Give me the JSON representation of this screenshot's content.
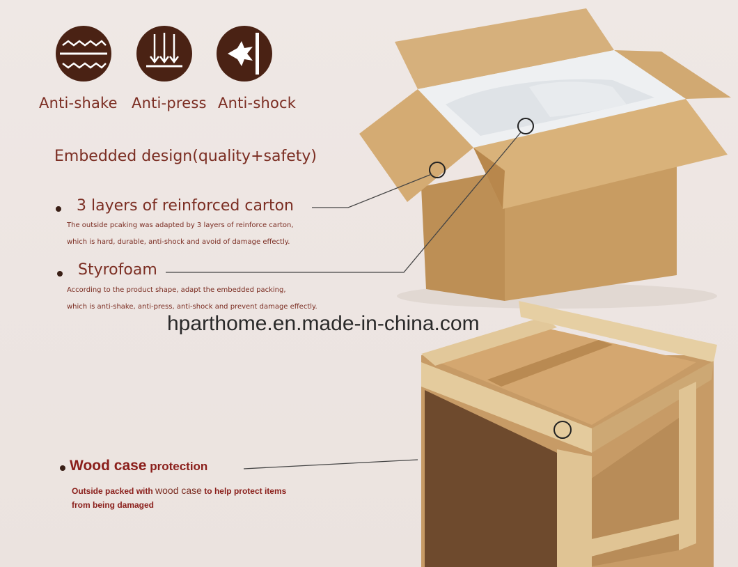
{
  "features": [
    {
      "label": "Anti-shake",
      "icon": "anti-shake-icon"
    },
    {
      "label": "Anti-press",
      "icon": "anti-press-icon"
    },
    {
      "label": "Anti-shock",
      "icon": "anti-shock-icon"
    }
  ],
  "heading": "Embedded design(quality+safety)",
  "carton": {
    "title": "3 layers of  reinforced carton",
    "desc_line1": "The outside pcaking was adapted by 3 layers of reinforce carton,",
    "desc_line2": "which is hard, durable, anti-shock and avoid of damage effectly."
  },
  "styrofoam": {
    "title": "Styrofoam",
    "desc_line1": "According to the product shape, adapt the embedded packing,",
    "desc_line2": "which is anti-shake, anti-press, anti-shock and prevent damage effectly."
  },
  "watermark": "hparthome.en.made-in-china.com",
  "wood": {
    "title_main": "Wood case",
    "title_sub": " protection",
    "desc_a": "Outside packed with ",
    "desc_b": "wood case",
    "desc_c": "  to help protect items",
    "desc_line2": "from being damaged"
  },
  "colors": {
    "icon_bg": "#4a2214",
    "label_text": "#7b2d22",
    "cardboard": "#d3ac78"
  }
}
